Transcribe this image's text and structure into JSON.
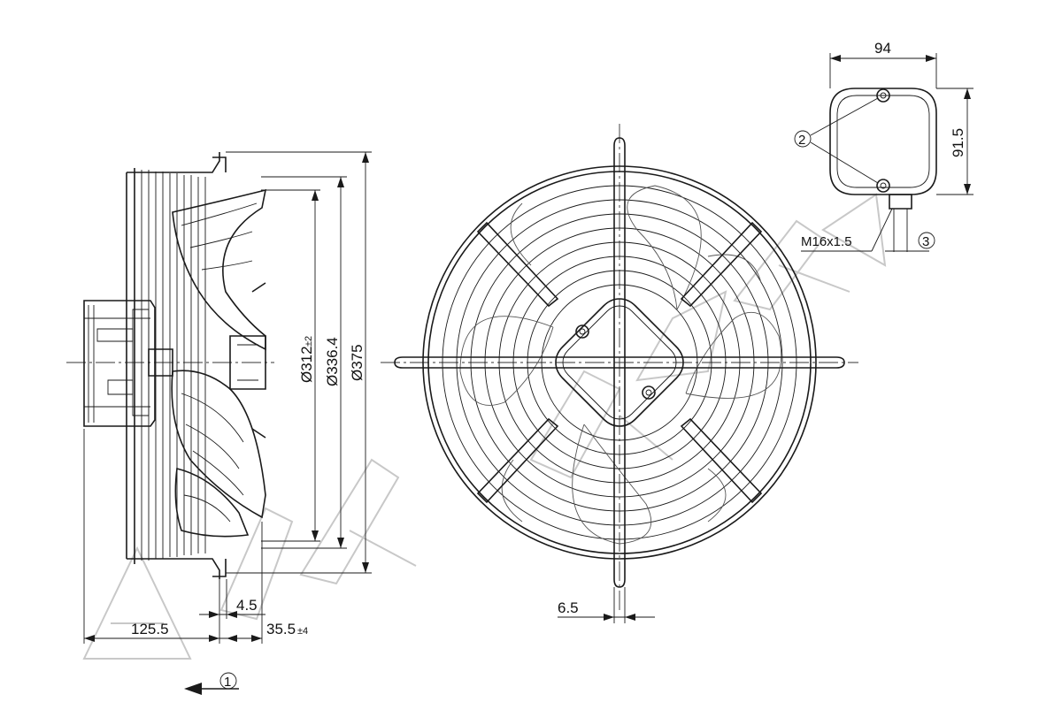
{
  "dimensions": {
    "d_312": "Ø312",
    "d_312_tol": "±2",
    "d_336": "Ø336.4",
    "d_375": "Ø375",
    "len_125_5": "125.5",
    "len_4_5": "4.5",
    "len_35_5": "35.5",
    "len_35_5_tol": "±4",
    "len_6_5": "6.5",
    "box_width": "94",
    "box_height": "91.5",
    "thread": "M16x1.5"
  },
  "callouts": {
    "c1": "1",
    "c2": "2",
    "c3": "3"
  }
}
